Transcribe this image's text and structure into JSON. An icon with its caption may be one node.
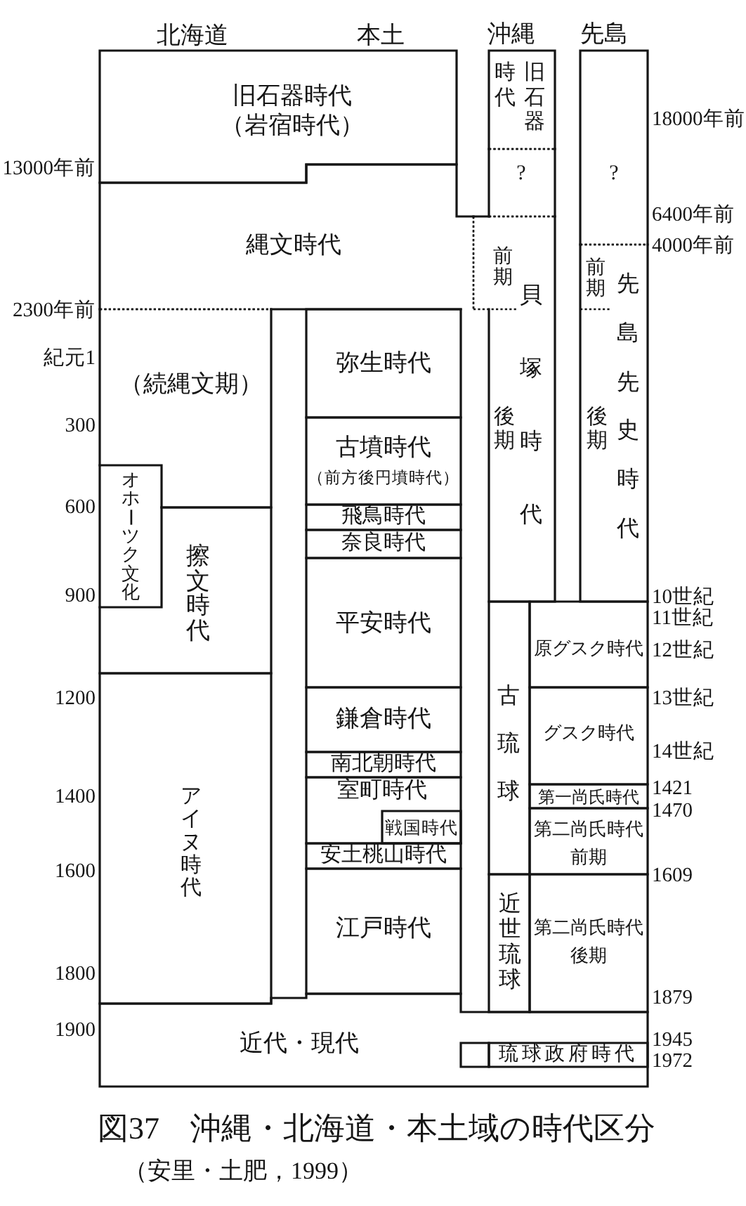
{
  "diagram": {
    "caption": "図37　沖縄・北海道・本土域の時代区分",
    "nodes": [
      {
        "text": [
          "旧石器時代",
          "（岩宿時代）"
        ]
      },
      {
        "text": [
          "旧石器時代"
        ]
      },
      {
        "text": [
          "?"
        ]
      },
      {
        "text": [
          "?"
        ]
      },
      {
        "text": [
          "縄文時代"
        ]
      },
      {
        "text": [
          "前期",
          "後期",
          "貝塚時代"
        ]
      },
      {
        "text": [
          "前期",
          "後期",
          "先島先史時代"
        ]
      },
      {
        "text": [
          "（続縄文期）"
        ]
      },
      {
        "text": [
          "弥生時代"
        ]
      },
      {
        "text": [
          "古墳時代",
          "（前方後円墳時代）"
        ]
      },
      {
        "text": [
          "オホーツク文化"
        ]
      },
      {
        "text": [
          "擦文時代"
        ]
      },
      {
        "text": [
          "飛鳥時代"
        ]
      },
      {
        "text": [
          "奈良時代"
        ]
      },
      {
        "text": [
          "平安時代"
        ]
      },
      {
        "text": [
          "原グスク時代"
        ]
      },
      {
        "text": [
          "古琉球"
        ]
      },
      {
        "text": [
          "アイヌ時代"
        ]
      },
      {
        "text": [
          "鎌倉時代"
        ]
      },
      {
        "text": [
          "グスク時代"
        ]
      },
      {
        "text": [
          "南北朝時代"
        ]
      },
      {
        "text": [
          "室町時代"
        ]
      },
      {
        "text": [
          "第一尚氏時代"
        ]
      },
      {
        "text": [
          "戦国時代"
        ],
        "in": 21
      },
      {
        "text": [
          "第二尚氏時代前期"
        ]
      },
      {
        "text": [
          "安土桃山時代"
        ]
      },
      {
        "text": [
          "江戸時代"
        ]
      },
      {
        "text": [
          "近世琉球"
        ]
      },
      {
        "text": [
          "第二尚氏時代後期"
        ]
      },
      {
        "text": [
          "近代・現代"
        ]
      },
      {
        "text": [],
        "shape": "box",
        "in": 29
      },
      {
        "text": [
          "琉球政府時代"
        ],
        "in": 29
      }
    ],
    "labels": [
      "北海道",
      "本土",
      "沖縄",
      "先島",
      "18000年前",
      "13000年前",
      "6400年前",
      "4000年前",
      "2300年前",
      "紀元1",
      "300",
      "600",
      "900",
      "10世紀",
      "11世紀",
      "12世紀",
      "1200",
      "13世紀",
      "14世紀",
      "1421",
      "1400",
      "1470",
      "1600",
      "1609",
      "1800",
      "1879",
      "1900",
      "1945",
      "1972",
      "（安里・土肥，1999）"
    ]
  }
}
